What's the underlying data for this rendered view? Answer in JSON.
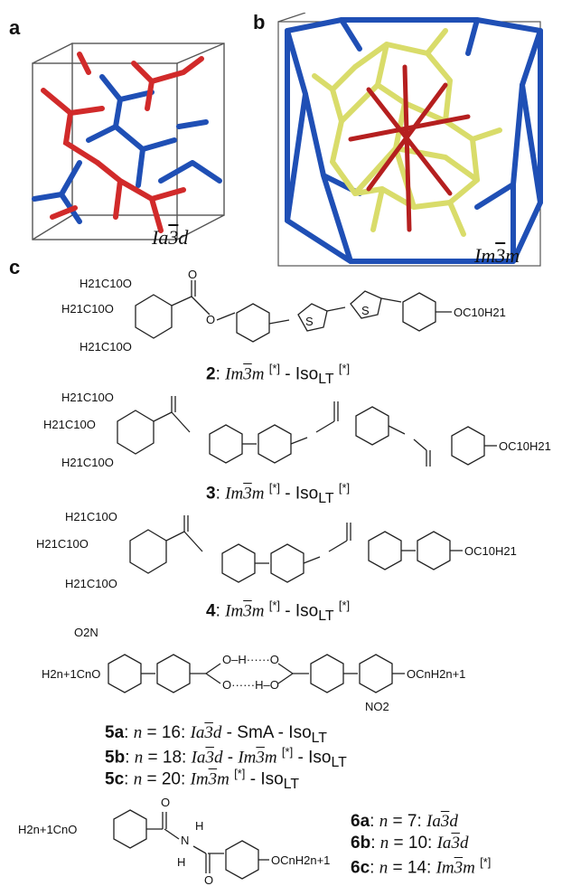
{
  "panels": {
    "a": {
      "letter": "a",
      "group_main": "Ia",
      "group_bar": "3",
      "group_tail": "d"
    },
    "b": {
      "letter": "b",
      "group_main": "Im",
      "group_bar": "3",
      "group_tail": "m"
    },
    "c": {
      "letter": "c"
    }
  },
  "compounds": [
    {
      "id": "2",
      "phase1": "Im",
      "bar1": "3",
      "tail1": "m",
      "star": "[*]",
      "sep": " - ",
      "iso": "Iso",
      "sub": "LT"
    },
    {
      "id": "3",
      "phase1": "Im",
      "bar1": "3",
      "tail1": "m",
      "star": "[*]",
      "sep": " - ",
      "iso": "Iso",
      "sub": "LT"
    },
    {
      "id": "4",
      "phase1": "Im",
      "bar1": "3",
      "tail1": "m",
      "star": "[*]",
      "sep": " - ",
      "iso": "Iso",
      "sub": "LT"
    }
  ],
  "series5": [
    {
      "id": "5a",
      "n": "16",
      "text_a": "Ia",
      "bar_a": "3",
      "tail_a": "d",
      "mid": " - SmA - ",
      "iso": "Iso",
      "sub": "LT"
    },
    {
      "id": "5b",
      "n": "18",
      "text_a": "Ia",
      "bar_a": "3",
      "tail_a": "d",
      "mid_a": " - ",
      "text_b": "Im",
      "bar_b": "3",
      "tail_b": "m",
      "star": "[*]",
      "mid_b": " - ",
      "iso": "Iso",
      "sub": "LT"
    },
    {
      "id": "5c",
      "n": "20",
      "text_a": "Im",
      "bar_a": "3",
      "tail_a": "m",
      "star": "[*]",
      "mid": " - ",
      "iso": "Iso",
      "sub": "LT"
    }
  ],
  "series6": [
    {
      "id": "6a",
      "n": "7",
      "text_a": "Ia",
      "bar_a": "3",
      "tail_a": "d"
    },
    {
      "id": "6b",
      "n": "10",
      "text_a": "Ia",
      "bar_a": "3",
      "tail_a": "d"
    },
    {
      "id": "6c",
      "n": "14",
      "text_a": "Im",
      "bar_a": "3",
      "tail_a": "m",
      "star": "[*]"
    }
  ],
  "labels": {
    "n_eq": "n",
    "eq": " = ",
    "colon": ": "
  },
  "chem_text": {
    "c10": "H21C10O",
    "oc10": "OC10H21",
    "s": "S",
    "o": "O",
    "o2n": "O2N",
    "cn": "H2n+1CnO",
    "ocn": "OCnH2n+1",
    "no2": "NO2",
    "h": "H",
    "n": "N",
    "oh": "O–H······O",
    "ho": "O······H–O"
  },
  "colors": {
    "red": "#d12a2a",
    "blue": "#1f4fb5",
    "yellow": "#d9dc6a",
    "frame": "#555555"
  }
}
